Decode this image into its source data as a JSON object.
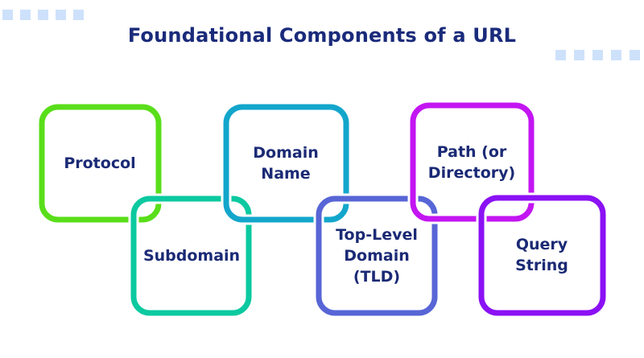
{
  "title": {
    "text": "Foundational Components of a URL",
    "color": "#1A2B7B"
  },
  "decor": {
    "square_color": "#CEE1FB"
  },
  "text_color": "#1B2A75",
  "background_color": "#FFFFFF",
  "boxes": [
    {
      "id": "protocol",
      "label": "Protocol",
      "color": "#59DE1A"
    },
    {
      "id": "subdomain",
      "label": "Subdomain",
      "color": "#0BC9A0"
    },
    {
      "id": "domain-name",
      "label": "Domain\nName",
      "color": "#13A6CB"
    },
    {
      "id": "tld",
      "label": "Top-Level\nDomain\n(TLD)",
      "color": "#5765D6"
    },
    {
      "id": "path",
      "label": "Path (or\nDirectory)",
      "color": "#C315F2"
    },
    {
      "id": "query-string",
      "label": "Query\nString",
      "color": "#8B11F4"
    }
  ]
}
